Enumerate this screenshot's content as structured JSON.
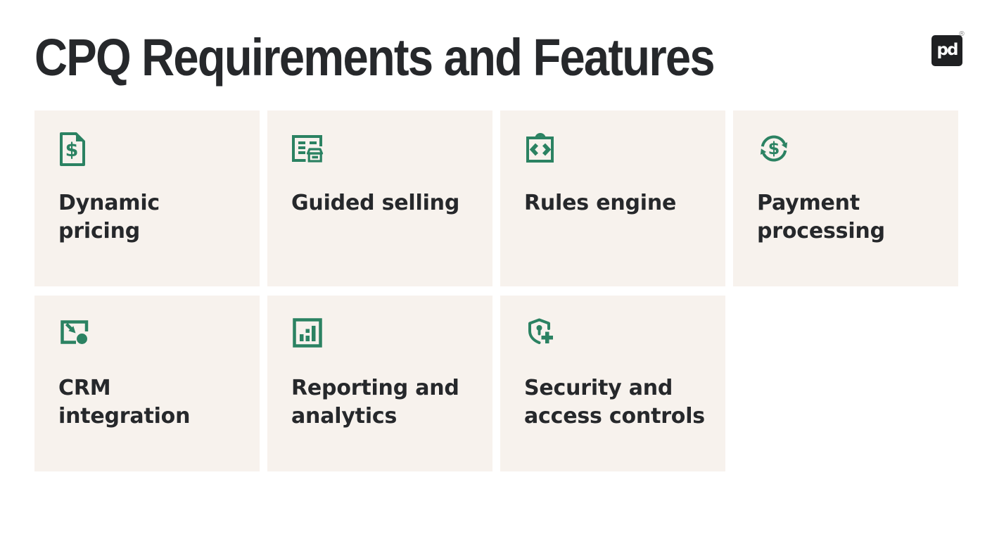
{
  "header": {
    "title": "CPQ Requirements and Features",
    "logo_text": "pd",
    "logo_registered_mark": "®"
  },
  "features": {
    "items": [
      {
        "label": "Dynamic\npricing",
        "icon": "invoice-dollar-icon"
      },
      {
        "label": "Guided selling",
        "icon": "order-form-icon"
      },
      {
        "label": "Rules engine",
        "icon": "clipboard-code-icon"
      },
      {
        "label": "Payment\nprocessing",
        "icon": "dollar-sync-icon"
      },
      {
        "label": "CRM\nintegration",
        "icon": "import-arrow-icon"
      },
      {
        "label": "Reporting and\nanalytics",
        "icon": "bar-chart-icon"
      },
      {
        "label": "Security and\naccess controls",
        "icon": "shield-plus-icon"
      }
    ]
  },
  "colors": {
    "accent_green": "#2b8262",
    "card_background": "#f7f2ed",
    "text_dark": "#26282b",
    "logo_background": "#1f2022",
    "page_background": "#ffffff",
    "registered_mark_color": "#8c8c8c"
  }
}
